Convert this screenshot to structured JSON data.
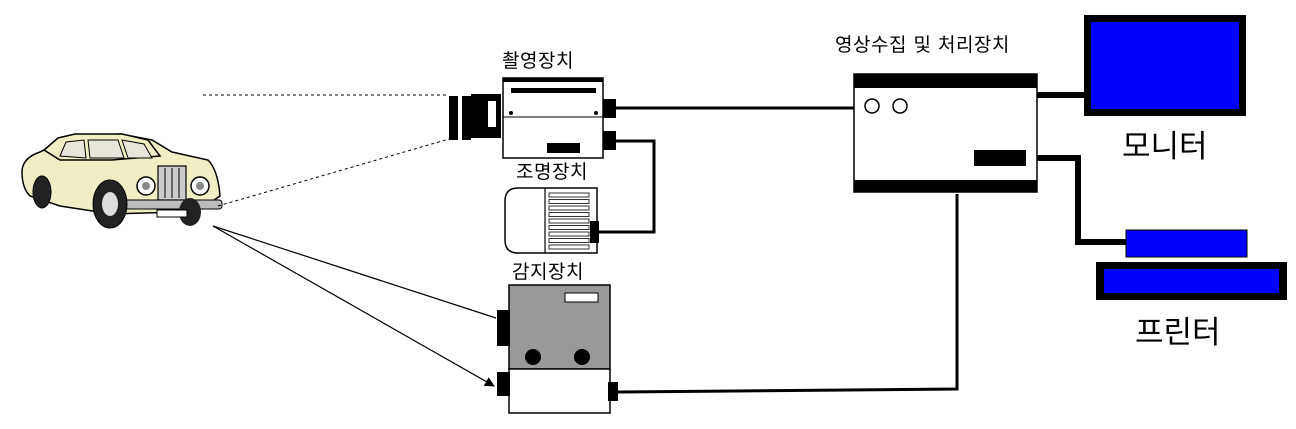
{
  "labels": {
    "camera": "촬영장치",
    "lighting": "조명장치",
    "sensor": "감지장치",
    "processor": "영상수집 및 처리장치",
    "monitor": "모니터",
    "printer": "프린터"
  },
  "colors": {
    "screen_blue": "#0000ff",
    "sensor_gray": "#999999",
    "car_body": "#f2eec4",
    "line": "#000000"
  }
}
